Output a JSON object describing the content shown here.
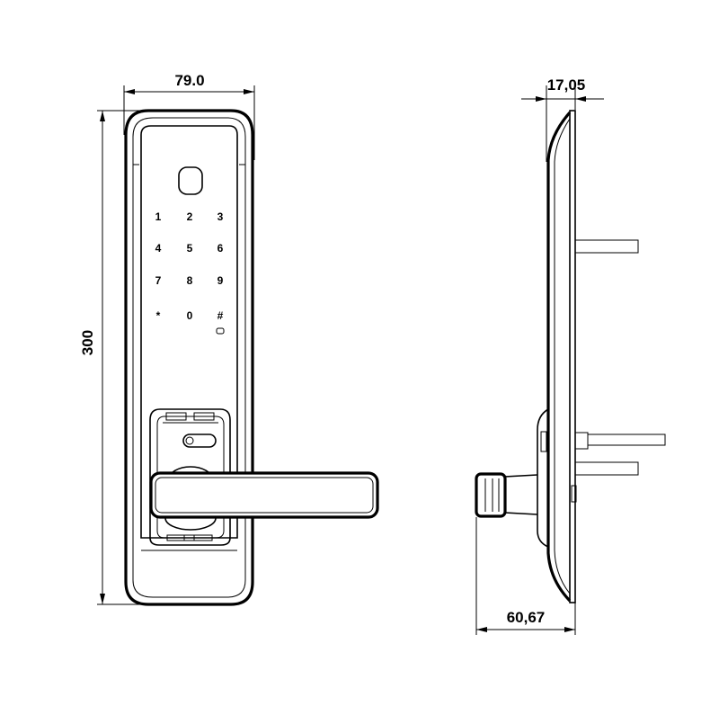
{
  "dimensions": {
    "front_width": "79.0",
    "front_height": "300",
    "side_depth_top": "17,05",
    "side_depth_bottom": "60,67"
  },
  "keypad": {
    "rows": [
      [
        "1",
        "2",
        "3"
      ],
      [
        "4",
        "5",
        "6"
      ],
      [
        "7",
        "8",
        "9"
      ],
      [
        "*",
        "0",
        "#"
      ]
    ]
  }
}
